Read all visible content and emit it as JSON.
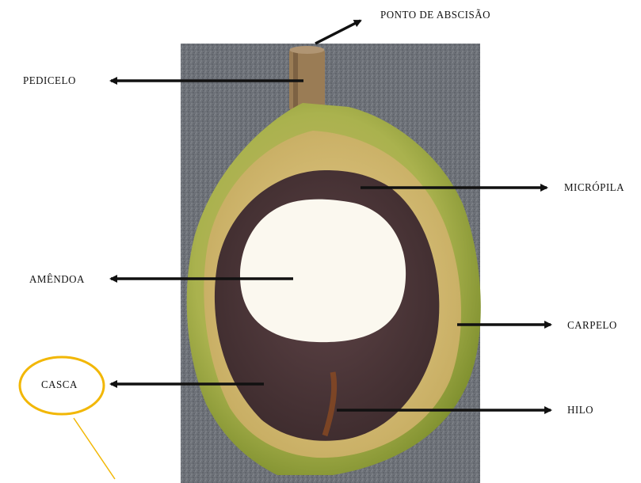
{
  "labels": {
    "ponto_abscisao": "PONTO DE ABSCISÃO",
    "pedicelo": "PEDICELO",
    "micropila": "MICRÓPILA",
    "amendoa": "AMÊNDOA",
    "carpelo": "CARPELO",
    "casca": "CASCA",
    "hilo": "HILO"
  },
  "colors": {
    "arrow": "#111111",
    "highlight_circle": "#f2b705",
    "photo_background": "#6d7178",
    "outer_skin": "#a6ad4a",
    "carpel_tissue": "#d8c07a",
    "seed_coat": "#4a3436",
    "kernel": "#fbf8ef",
    "pedicel": "#9a7c55"
  }
}
